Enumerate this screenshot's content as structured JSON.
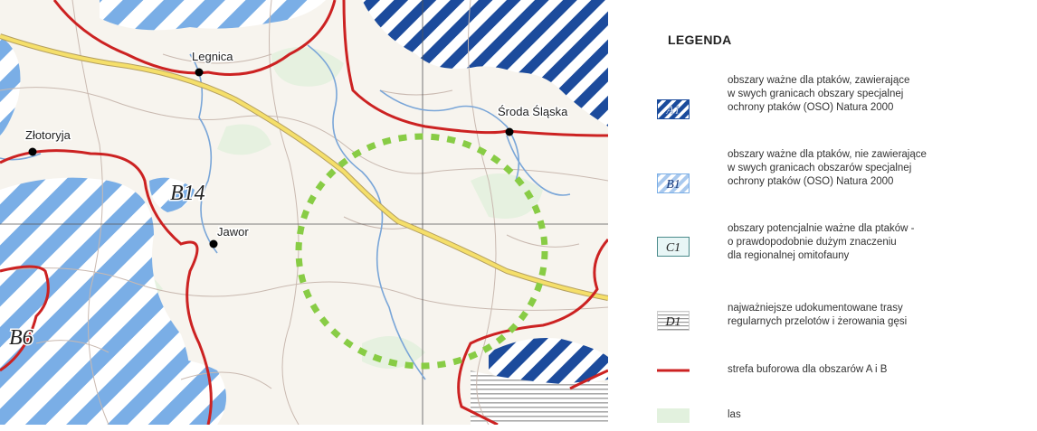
{
  "map": {
    "cities": [
      {
        "name": "Legnica"
      },
      {
        "name": "Złotoryja"
      },
      {
        "name": "Jawor"
      },
      {
        "name": "Środa Śląska"
      }
    ],
    "area_labels": [
      "B14",
      "B6"
    ],
    "colors": {
      "buffer_line": "#cc2222",
      "road": "#f0d060",
      "river": "#7aa6d8",
      "study_area": "#88cc44",
      "hatch_B": "#7aaee6",
      "hatch_A": "#1a4b9c",
      "forest": "#e8f3e4"
    }
  },
  "legend": {
    "title": "LEGENDA",
    "items": [
      {
        "symbol": "A1",
        "text": "obszary ważne dla ptaków, zawierające\nw swych granicach obszary specjalnej\nochrony ptaków (OSO) Natura 2000"
      },
      {
        "symbol": "B1",
        "text": "obszary ważne dla ptaków, nie zawierające\nw swych granicach obszarów specjalnej\nochrony ptaków (OSO) Natura 2000"
      },
      {
        "symbol": "C1",
        "text": "obszary potencjalnie ważne dla ptaków -\no prawdopodobnie dużym znaczeniu\ndla regionalnej omitofauny"
      },
      {
        "symbol": "D1",
        "text": "najważniejsze udokumentowane trasy\nregularnych przelotów i żerowania gęsi"
      },
      {
        "symbol": "",
        "text": "strefa buforowa dla obszarów A i B"
      },
      {
        "symbol": "",
        "text": "las"
      }
    ]
  }
}
